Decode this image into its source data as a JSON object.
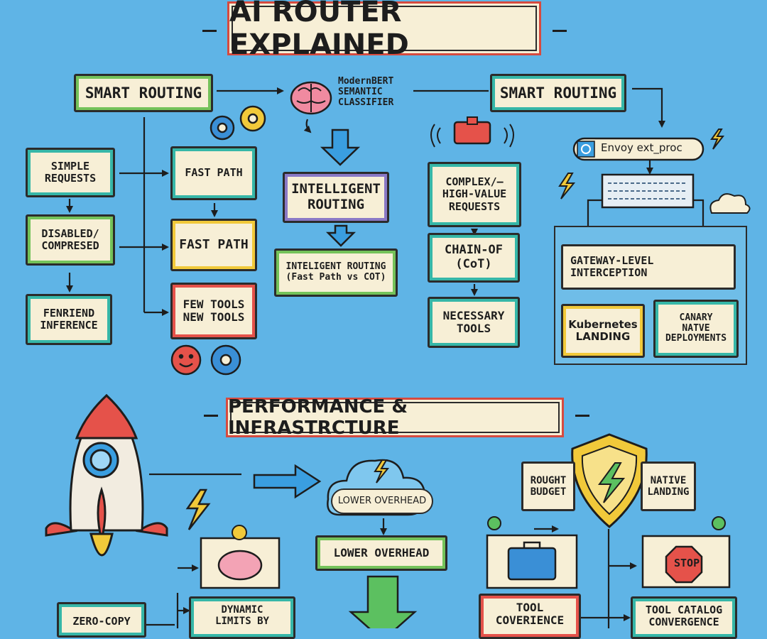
{
  "titles": {
    "main": "AI ROUTER EXPLAINED",
    "section2": "PERFORMANCE & INFRASTRCTURE"
  },
  "top": {
    "smart_routing_left": "SMART ROUTING",
    "classifier": "ModernBERT\nSEMANTIC\nCLASSIFIER",
    "smart_routing_right": "SMART ROUTING",
    "envoy": "Envoy ext_proc"
  },
  "left_column": {
    "simple_requests": "SIMPLE\nREQUESTS",
    "disabled_compresed": "DISABLED/\nCOMPRESED",
    "fenriend_inference": "FENRIEND\nINFERENCE"
  },
  "mid_column": {
    "fast_path_1": "FAST PATH",
    "fast_path_2": "FAST PATH",
    "few_tools": "FEW TOOLS\nNEW TOOLS"
  },
  "center_column": {
    "intelligent_routing": "INTELLIGENT\nROUTING",
    "inteligent_routing_detail": "INTELIGENT ROUTING\n(Fast Path vs COT)"
  },
  "right_column": {
    "complex_requests": "COMPLEX/—\nHIGH-VALUE\nREQUESTS",
    "chain_of": "CHAIN-OF\n(CoT)",
    "necessary_tools": "NECESSARY\nTOOLS"
  },
  "gateway": {
    "interception": "GATEWAY-LEVEL\nINTERCEPTION",
    "kubernetes": "Kubernetes\nLANDING",
    "canary": "CANARY\nNATVE\nDEPLOYMENTS"
  },
  "bottom": {
    "lower_overhead_cloud": "LOWER OVERHEAD",
    "lower_overhead_box": "LOWER OVERHEAD",
    "rought_budget": "ROUGHT\nBUDGET",
    "native_landing": "NATIVE\nLANDING",
    "stop": "STOP",
    "zero_copy": "ZERO-COPY",
    "dynamic_limits": "DYNAMIC\nLIMITS BY",
    "tool_coverience": "TOOL\nCOVERIENCE",
    "tool_catalog": "TOOL CATALOG\nCONVERGENCE"
  },
  "colors": {
    "background": "#5fb4e6",
    "teal": "#36b7a8",
    "green": "#74c25a",
    "yellow": "#f1c93a",
    "red": "#e5524a",
    "purple": "#8a79c6",
    "cream": "#f7efd6"
  }
}
